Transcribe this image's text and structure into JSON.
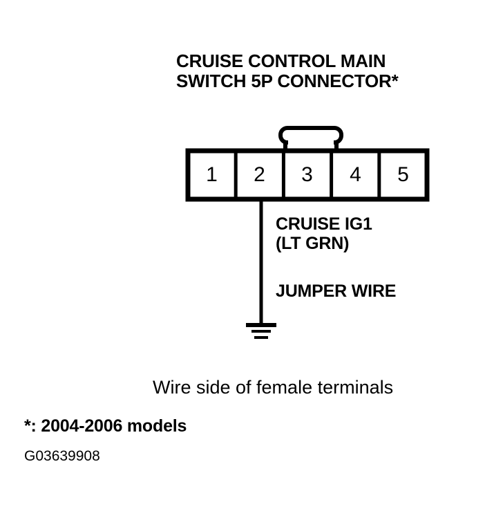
{
  "figure": {
    "title_lines": [
      "CRUISE CONTROL MAIN",
      "SWITCH 5P CONNECTOR*"
    ],
    "figure_id": "G03639908",
    "footnote": "*: 2004-2006 models",
    "orientation_caption": "Wire side of female terminals",
    "line_color": "#000000",
    "background_color": "#ffffff"
  },
  "connector": {
    "type": "5P connector",
    "terminal_count": 5,
    "terminals": [
      {
        "number": "1"
      },
      {
        "number": "2"
      },
      {
        "number": "3"
      },
      {
        "number": "4"
      },
      {
        "number": "5"
      }
    ],
    "latch": "locking-tab"
  },
  "callouts": {
    "wire_label_lines": [
      "CRUISE IG1",
      "(LT GRN)"
    ],
    "jumper_label": "JUMPER WIRE",
    "wire_from_terminal": "2",
    "wire_termination": "ground"
  }
}
